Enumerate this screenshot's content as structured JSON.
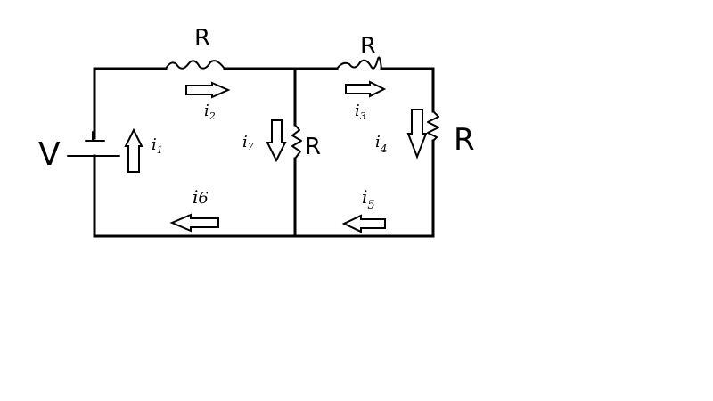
{
  "diagram": {
    "source_label": "V",
    "resistor_labels": [
      "R",
      "R",
      "R",
      "R"
    ],
    "current_labels": {
      "i1": {
        "main": "i",
        "sub": "1"
      },
      "i2": {
        "main": "i",
        "sub": "2"
      },
      "i3": {
        "main": "i",
        "sub": "3"
      },
      "i4": {
        "main": "i",
        "sub": "4"
      },
      "i5": {
        "main": "i",
        "sub": "5"
      },
      "i6": {
        "main": "i",
        "sub": "6"
      },
      "i7": {
        "main": "i",
        "sub": "7"
      }
    }
  }
}
